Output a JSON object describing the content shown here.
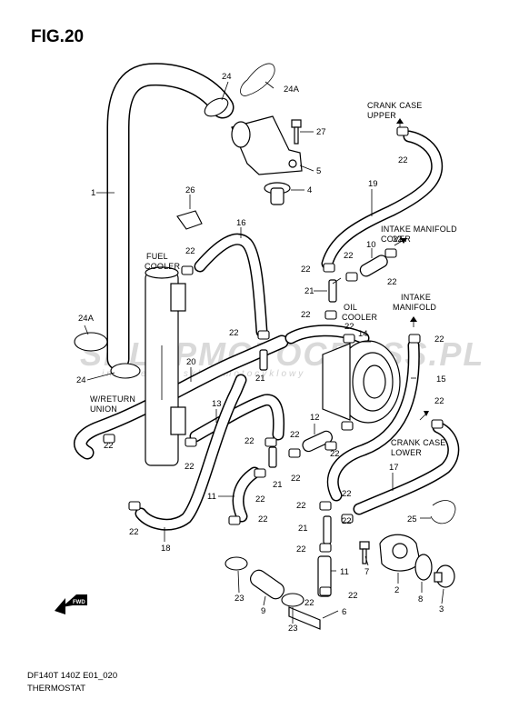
{
  "figure": {
    "title": "FIG.20",
    "model": "DF140T 140Z E01_020",
    "subtitle": "THERMOSTAT"
  },
  "watermark": {
    "brand": "SKLEPMOTOCROSS.PL",
    "tagline": "internetowy sklep motocyklowy"
  },
  "notes": {
    "crank_case_upper_1": "CRANK CASE",
    "crank_case_upper_2": "UPPER",
    "intake_manifold_cover_1": "INTAKE MANIFOLD",
    "intake_manifold_cover_2": "COVER",
    "intake_manifold_1": "INTAKE",
    "intake_manifold_2": "MANIFOLD",
    "fuel_cooler_1": "FUEL",
    "fuel_cooler_2": "COOLER",
    "oil_cooler_1": "OIL",
    "oil_cooler_2": "COOLER",
    "return_union_1": "W/RETURN",
    "return_union_2": "UNION",
    "crank_case_lower_1": "CRANK CASE",
    "crank_case_lower_2": "LOWER",
    "fwd": "FWD"
  },
  "callouts": {
    "p1": "1",
    "p2": "2",
    "p3": "3",
    "p4": "4",
    "p5": "5",
    "p6": "6",
    "p7": "7",
    "p8": "8",
    "p9": "9",
    "p10": "10",
    "p11a": "11",
    "p11b": "11",
    "p12": "12",
    "p13": "13",
    "p14": "14",
    "p15": "15",
    "p16": "16",
    "p17": "17",
    "p18": "18",
    "p19": "19",
    "p20": "20",
    "p21a": "21",
    "p21b": "21",
    "p21c": "21",
    "p21d": "21",
    "p22a": "22",
    "p22b": "22",
    "p22c": "22",
    "p22d": "22",
    "p22e": "22",
    "p22f": "22",
    "p22g": "22",
    "p22h": "22",
    "p22i": "22",
    "p22j": "22",
    "p22k": "22",
    "p22l": "22",
    "p22m": "22",
    "p22n": "22",
    "p22o": "22",
    "p22p": "22",
    "p22q": "22",
    "p22r": "22",
    "p22s": "22",
    "p22t": "22",
    "p22u": "22",
    "p22v": "22",
    "p22w": "22",
    "p22x": "22",
    "p22y": "22",
    "p22z": "22",
    "p23a": "23",
    "p23b": "23",
    "p24a": "24",
    "p24b": "24",
    "p24Aa": "24A",
    "p24Ab": "24A",
    "p25": "25",
    "p26": "26",
    "p27": "27"
  }
}
